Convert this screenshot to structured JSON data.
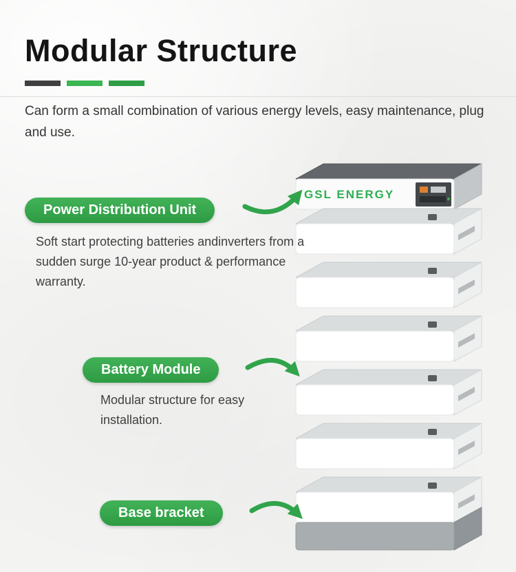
{
  "header": {
    "title": "Modular Structure",
    "intro": "Can form a small combination of various energy levels, easy maintenance, plug and use."
  },
  "annotations": {
    "pdu": {
      "label": "Power Distribution Unit",
      "description": "Soft start protecting batteries andinverters from a sudden surge 10-year product & performance warranty."
    },
    "battery": {
      "label": "Battery Module",
      "description": "Modular structure for easy installation."
    },
    "base": {
      "label": "Base bracket"
    }
  },
  "illustration": {
    "brand": "GSL ENERGY",
    "units": [
      "power-distribution-unit",
      "battery-module-1",
      "battery-module-2",
      "battery-module-3",
      "battery-module-4",
      "battery-module-5",
      "battery-module-6",
      "base-bracket"
    ]
  },
  "colors": {
    "accent_green": "#31a44b",
    "title_dark": "#141414",
    "pdu_top_gray": "#63676b"
  }
}
